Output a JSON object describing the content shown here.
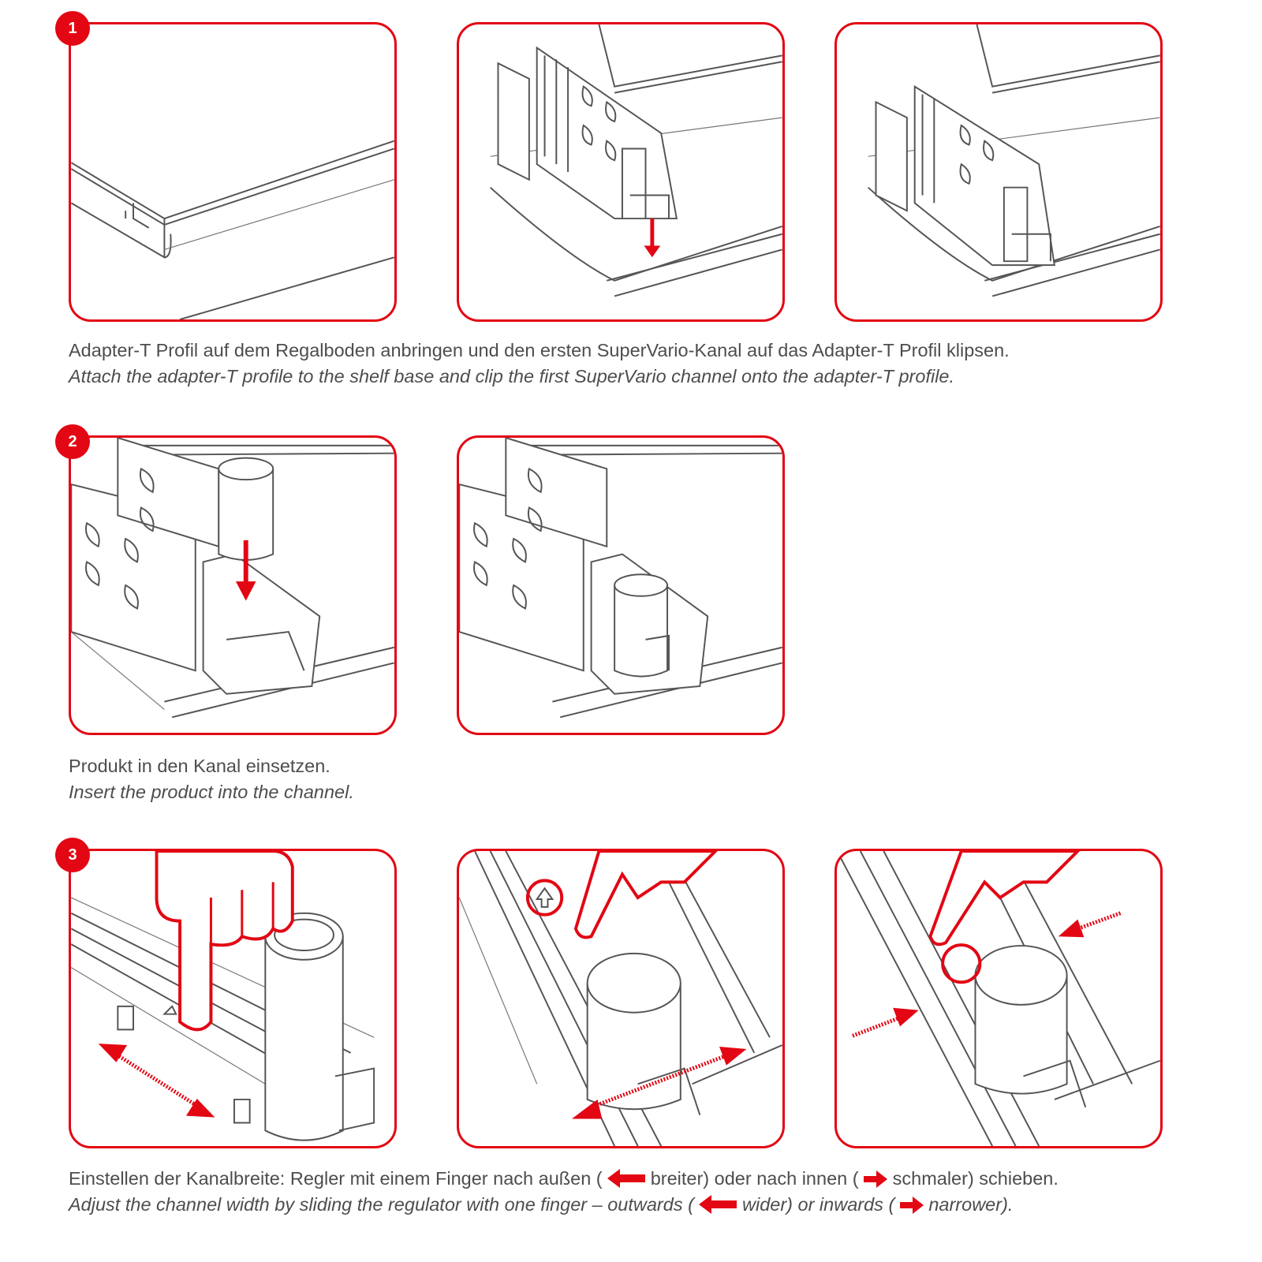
{
  "steps": [
    {
      "number": "1",
      "caption_de": "Adapter-T Profil auf dem Regalboden anbringen und den ersten SuperVario-Kanal auf das Adapter-T Profil klipsen.",
      "caption_en": "Attach the adapter-T profile to the shelf base and clip the first SuperVario channel onto the adapter-T profile."
    },
    {
      "number": "2",
      "caption_de": "Produkt in den Kanal einsetzen.",
      "caption_en": "Insert the product into the channel."
    },
    {
      "number": "3",
      "caption_de_a": "Einstellen der Kanalbreite: Regler mit einem Finger nach außen (",
      "caption_de_b": "breiter) oder nach innen (",
      "caption_de_c": "schmaler) schieben.",
      "caption_en_a": "Adjust the channel width by sliding the regulator with one finger – outwards (",
      "caption_en_b": "wider) or inwards (",
      "caption_en_c": "narrower)."
    }
  ],
  "colors": {
    "accent": "#e30613",
    "text": "#4d4d4d",
    "line": "#555555"
  }
}
